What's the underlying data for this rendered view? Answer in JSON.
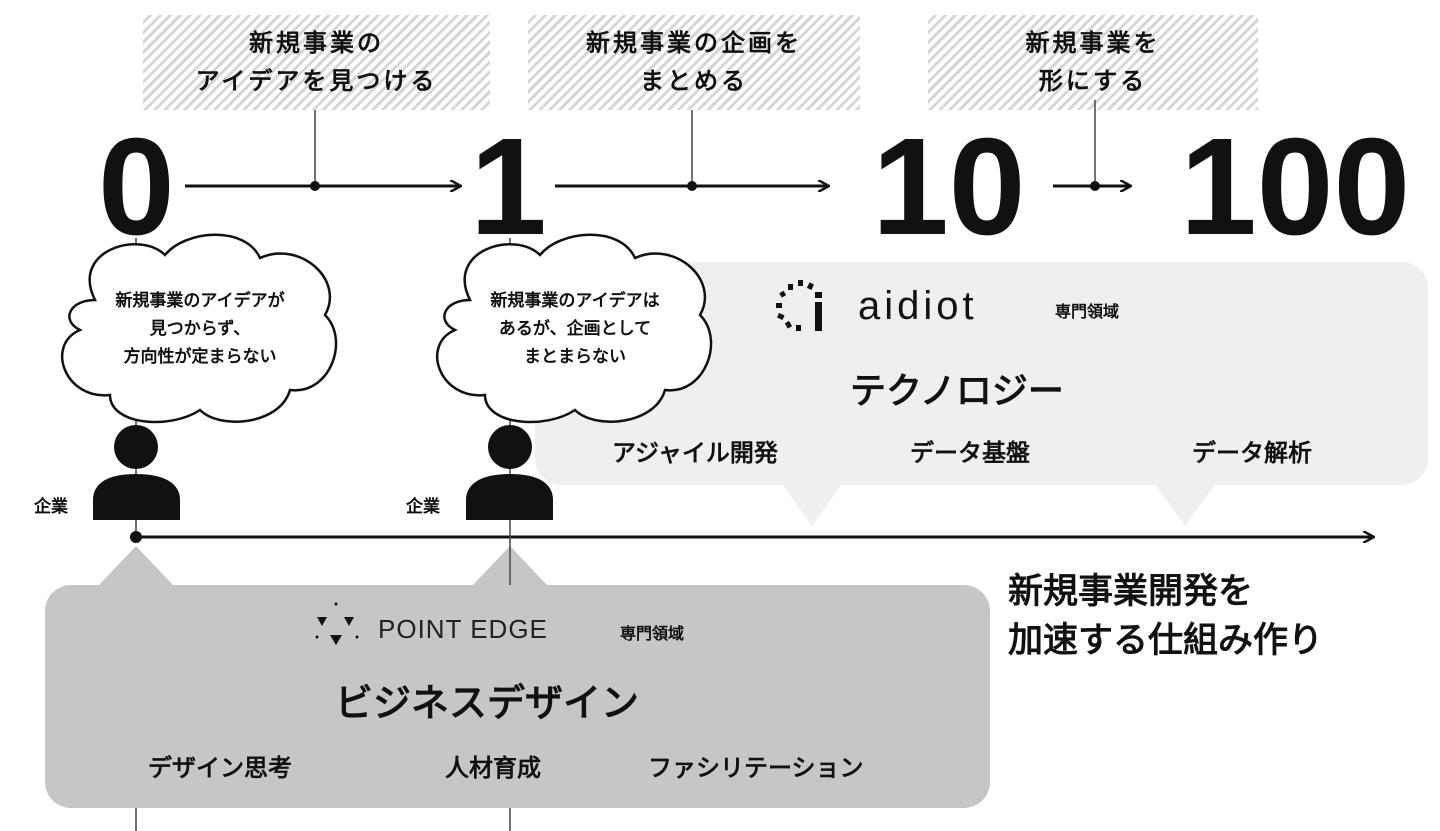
{
  "stages": [
    {
      "label": "新規事業の\nアイデアを見つける"
    },
    {
      "label": "新規事業の企画を\nまとめる"
    },
    {
      "label": "新規事業を\n形にする"
    }
  ],
  "milestones": [
    "0",
    "1",
    "10",
    "100"
  ],
  "clouds": [
    {
      "text": "新規事業のアイデアが\n見つからず、\n方向性が定まらない"
    },
    {
      "text": "新規事業のアイデアは\nあるが、企画として\nまとまらない"
    }
  ],
  "person_label": "企業",
  "tech_panel": {
    "logo": "aidiot",
    "domain_label": "専門領域",
    "title": "テクノロジー",
    "items": [
      "アジャイル開発",
      "データ基盤",
      "データ解析"
    ]
  },
  "biz_panel": {
    "logo": "POINT EDGE",
    "domain_label": "専門領域",
    "title": "ビジネスデザイン",
    "items": [
      "デザイン思考",
      "人材育成",
      "ファシリテーション"
    ]
  },
  "goal": {
    "line1": "新規事業開発を",
    "line2": "加速する仕組み作り"
  }
}
